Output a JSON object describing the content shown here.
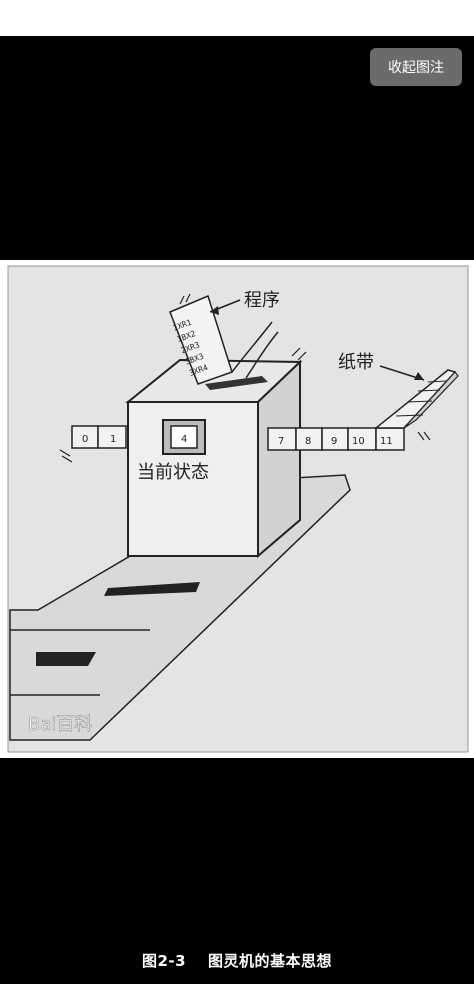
{
  "toolbar": {
    "collapse_label": "收起图注"
  },
  "figure": {
    "program_label": "程序",
    "tape_label": "纸带",
    "state_label": "当前状态",
    "state_value": "4",
    "program_lines": [
      "1XR1",
      "1BX2",
      "2XR3",
      "3BX3",
      "3XR4"
    ],
    "tape_cells_left": [
      "0",
      "1"
    ],
    "tape_cells_right": [
      "7",
      "8",
      "9",
      "10",
      "11"
    ],
    "watermark": "Bai百科"
  },
  "caption": {
    "number": "图2-3",
    "title": "图灵机的基本思想"
  }
}
